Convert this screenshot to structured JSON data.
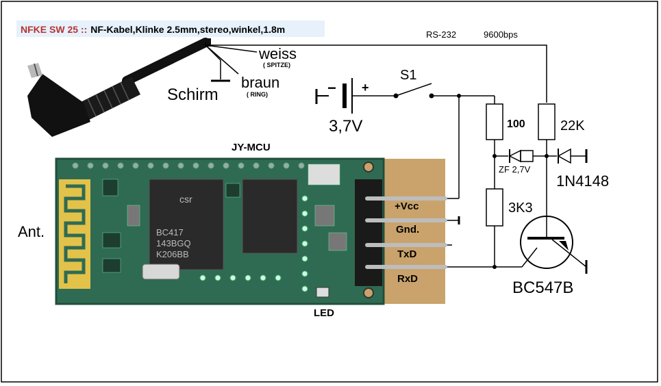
{
  "header": {
    "prefix": "NFKE SW 25 ::",
    "text": "NF-Kabel,Klinke 2.5mm,stereo,winkel,1.8m"
  },
  "labels": {
    "rs232": "RS-232",
    "baud": "9600bps",
    "weiss": "weiss",
    "spitze": "( SPITZE)",
    "braun": "braun",
    "ring": "( RING)",
    "schirm": "Schirm",
    "battery_minus": "−",
    "battery_plus": "+",
    "battery_voltage": "3,7V",
    "switch": "S1",
    "r100": "100",
    "r22k": "22K",
    "zener": "ZF 2,7V",
    "diode": "1N4148",
    "r3k3": "3K3",
    "transistor": "BC547B",
    "module": "JY-MCU",
    "antenna": "Ant.",
    "led": "LED",
    "pin_vcc": "+Vcc",
    "pin_gnd": "Gnd.",
    "pin_txd": "TxD",
    "pin_rxd": "RxD",
    "chip1_brand": "csr",
    "chip1_line1": "BC417",
    "chip1_line2": "143BGQ",
    "chip1_line3": "K206BB"
  },
  "colors": {
    "pcb": "#2f6b52",
    "pcb_edge": "#214e3b",
    "header_bg": "#e6f1fb",
    "prefix": "#b83232",
    "pin_pad": "#c9a36b"
  }
}
